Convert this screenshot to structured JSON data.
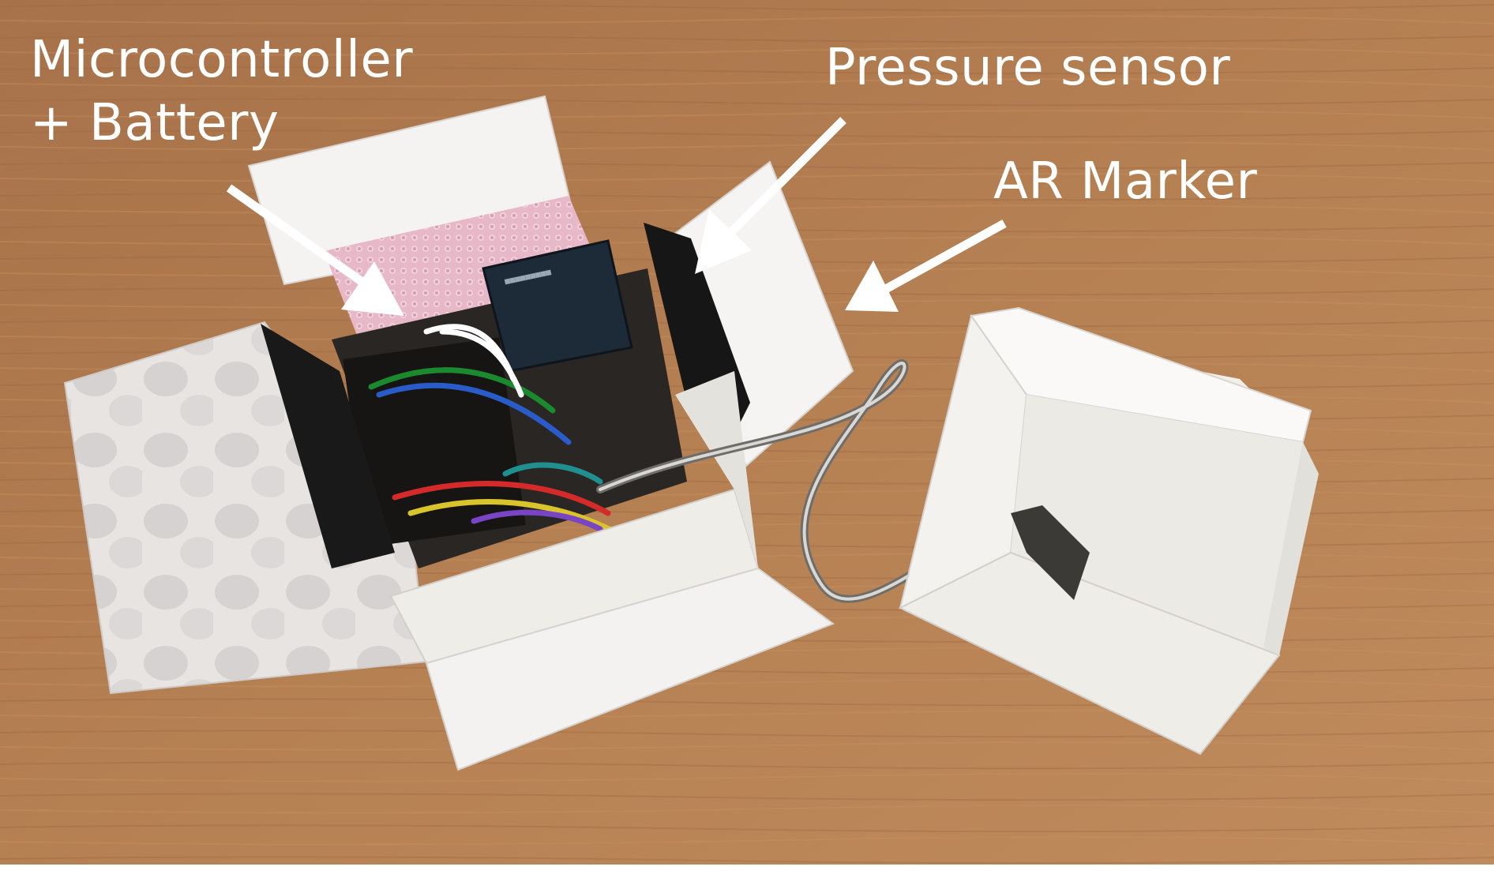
{
  "labels": {
    "microcontroller_line1": "Microcontroller",
    "microcontroller_line2": "+ Battery",
    "pressure_sensor": "Pressure sensor",
    "ar_marker": "AR Marker"
  },
  "colors": {
    "table_wood": "#b07a4c",
    "box_white": "#f3f1ec",
    "arrow_white": "#ffffff",
    "foam_pink": "#e8b7c9",
    "ar_marker_black": "#161616"
  }
}
